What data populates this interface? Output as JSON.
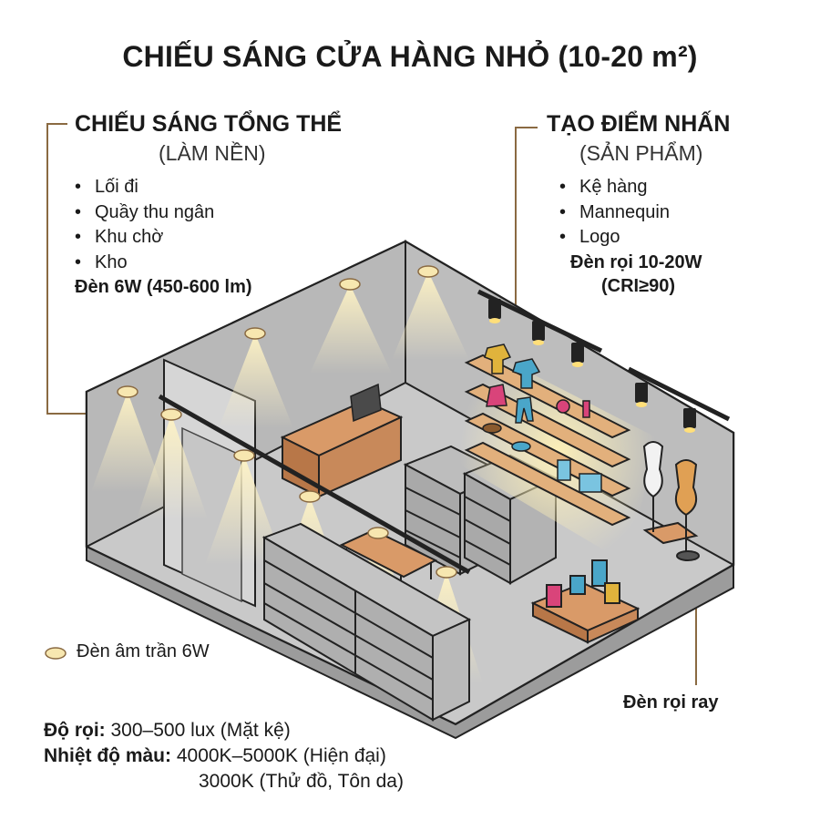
{
  "title": "CHIẾU SÁNG CỬA HÀNG NHỎ (10-20 m²)",
  "general": {
    "heading": "CHIẾU SÁNG TỔNG THỂ",
    "subheading": "(LÀM NỀN)",
    "items": [
      "Lối đi",
      "Quầy thu ngân",
      "Khu chờ",
      "Kho"
    ],
    "spec": "Đèn 6W (450-600 lm)"
  },
  "accent": {
    "heading": "TẠO ĐIỂM NHẤN",
    "subheading": "(SẢN PHẨM)",
    "items": [
      "Kệ hàng",
      "Mannequin",
      "Logo"
    ],
    "spec_line1": "Đèn rọi 10-20W",
    "spec_line2": "(CRI≥90)"
  },
  "legend": {
    "downlight": "Đèn âm trần 6W",
    "track": "Đèn rọi ray"
  },
  "stats": {
    "illuminance_label": "Độ rọi:",
    "illuminance_value": "300–500 lux (Mặt kệ)",
    "cct_label": "Nhiệt độ màu:",
    "cct_value_1": "4000K–5000K (Hiện đại)",
    "cct_value_2": "3000K (Thử đồ, Tôn da)"
  },
  "colors": {
    "leader": "#8a6a42",
    "floor": "#cfcfcf",
    "wall": "#b9b9b9",
    "wood": "#c8895a",
    "light": "#ffe6a0",
    "track": "#222222"
  }
}
